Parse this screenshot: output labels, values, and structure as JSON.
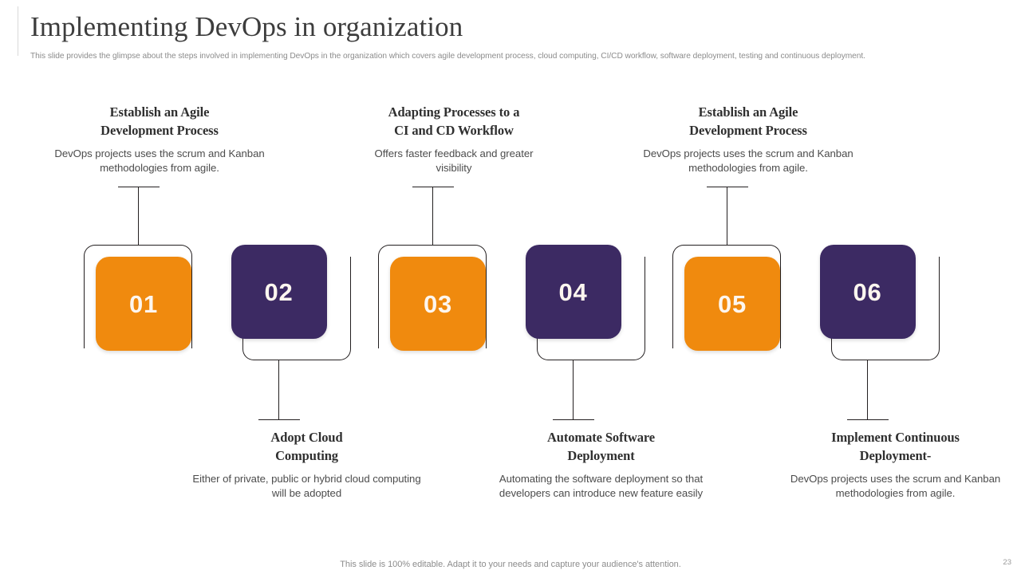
{
  "slide": {
    "title": "Implementing DevOps in organization",
    "subtitle": "This slide provides the glimpse about the steps involved in implementing DevOps in the organization which covers agile development process, cloud computing, CI/CD workflow, software deployment, testing and continuous deployment.",
    "footer_note": "This slide is 100% editable. Adapt it to your needs and capture your audience's attention.",
    "page_number": "23"
  },
  "colors": {
    "orange": "#F08A0E",
    "purple": "#3C2A63",
    "outline": "#231F20",
    "title": "#3D3D3D",
    "subtitle": "#8C8C8C",
    "heading": "#2F2F2F",
    "body": "#4C4C4C",
    "number": "#FDF6EF",
    "background": "#FFFFFF"
  },
  "steps": [
    {
      "number": "01",
      "color_key": "orange",
      "position": "up",
      "heading_line1": "Establish an Agile",
      "heading_line2": "Development Process",
      "description": "DevOps projects uses the scrum and Kanban methodologies from agile."
    },
    {
      "number": "02",
      "color_key": "purple",
      "position": "down",
      "heading_line1": "Adopt Cloud",
      "heading_line2": "Computing",
      "description": "Either of private, public or hybrid cloud computing will be adopted"
    },
    {
      "number": "03",
      "color_key": "orange",
      "position": "up",
      "heading_line1": "Adapting Processes to a",
      "heading_line2": "CI and CD Workflow",
      "description": "Offers faster feedback and greater visibility"
    },
    {
      "number": "04",
      "color_key": "purple",
      "position": "down",
      "heading_line1": "Automate Software",
      "heading_line2": "Deployment",
      "description": "Automating the software deployment so that developers can introduce new feature easily"
    },
    {
      "number": "05",
      "color_key": "orange",
      "position": "up",
      "heading_line1": "Establish an Agile",
      "heading_line2": "Development Process",
      "description": "DevOps projects uses the scrum and Kanban methodologies from agile."
    },
    {
      "number": "06",
      "color_key": "purple",
      "position": "down",
      "heading_line1": "Implement Continuous",
      "heading_line2": "Deployment-",
      "description": "DevOps projects uses the scrum and Kanban methodologies from agile."
    }
  ]
}
